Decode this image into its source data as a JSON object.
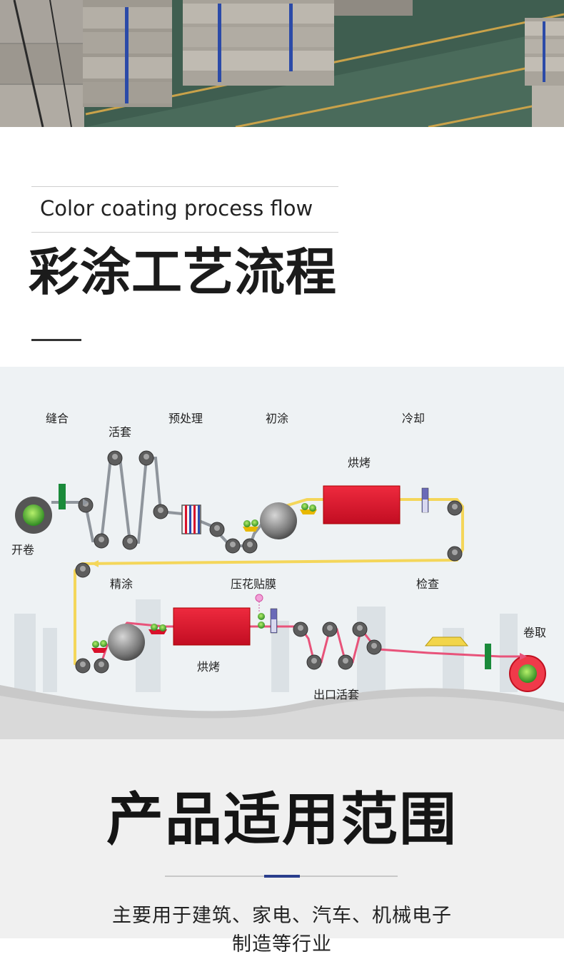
{
  "section_process": {
    "subtitle": "Color coating process flow",
    "title": "彩涂工艺流程"
  },
  "diagram": {
    "labels": {
      "seaming": "缝合",
      "entry_looper": "活套",
      "pretreatment": "预处理",
      "primer_coating": "初涂",
      "cooling": "冷却",
      "baking_1": "烘烤",
      "uncoiling": "开卷",
      "finish_coating": "精涂",
      "embossing_laminating": "压花贴膜",
      "inspection": "检查",
      "recoiling": "卷取",
      "baking_2": "烘烤",
      "exit_looper": "出口活套"
    },
    "colors": {
      "strip_gray": "#9aa0a8",
      "strip_yellow": "#f4d65a",
      "strip_pink": "#e8537a",
      "oven_red": "#d8102a",
      "marker_green": "#1a8a3a"
    }
  },
  "section_application": {
    "title": "产品适用范围",
    "description_line1": "主要用于建筑、家电、汽车、机械电子",
    "description_line2": "制造等行业"
  }
}
